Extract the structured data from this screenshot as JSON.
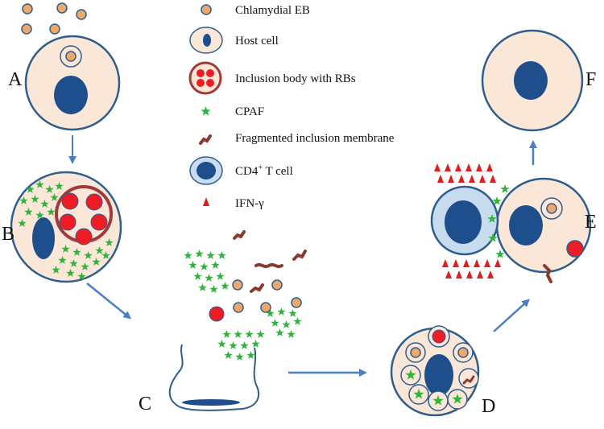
{
  "stage_labels": {
    "a": "A",
    "b": "B",
    "c": "C",
    "d": "D",
    "e": "E",
    "f": "F"
  },
  "legend": [
    {
      "icon": "chlamydial-eb-icon",
      "text": "Chlamydial EB"
    },
    {
      "icon": "host-cell-icon",
      "text": "Host cell"
    },
    {
      "icon": "inclusion-body-icon",
      "text": "Inclusion body with RBs"
    },
    {
      "icon": "cpaf-star-icon",
      "text": "CPAF"
    },
    {
      "icon": "fragmented-membrane-icon",
      "text": "Fragmented inclusion membrane"
    },
    {
      "icon": "cd4-t-cell-icon",
      "text": "CD4",
      "superscript": "+",
      "suffix": " T cell"
    },
    {
      "icon": "ifn-gamma-icon",
      "text": "IFN-γ"
    }
  ],
  "colors": {
    "cytoplasm": "#fbe7d8",
    "cell_outline": "#2e5e8e",
    "nucleus": "#1f4e8c",
    "eb": "#f0a868",
    "rb": "#ee1c25",
    "inclusion_ring": "#a33a3a",
    "cpaf": "#2db53a",
    "membrane_fragment": "#8b3a2f",
    "ifn_gamma": "#e11d1d",
    "t_cell_fill": "#c8dcf0",
    "arrow": "#4a80c0"
  }
}
